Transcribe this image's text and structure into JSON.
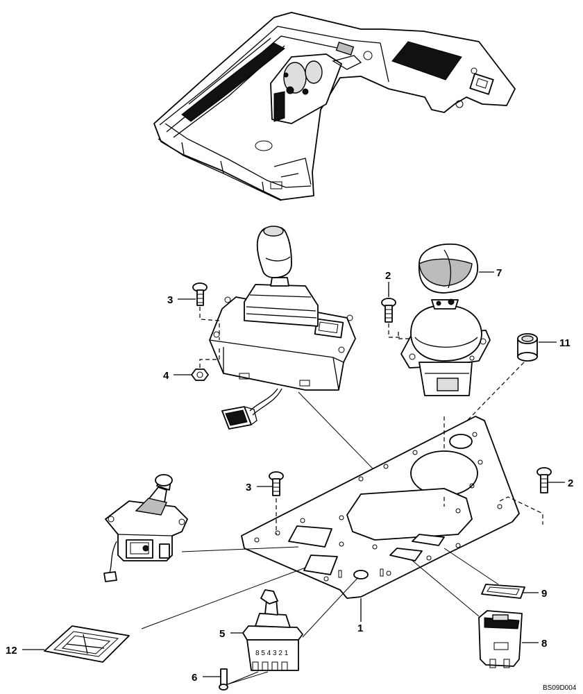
{
  "drawing_code": "BS09D004",
  "callouts": {
    "c1": "1",
    "c2a": "2",
    "c2b": "2",
    "c3a": "3",
    "c3b": "3",
    "c4": "4",
    "c5": "5",
    "c6": "6",
    "c7": "7",
    "c8": "8",
    "c9": "9",
    "c11": "11",
    "c12": "12"
  },
  "switch_pin_marks": "8 5 4 3 2 1"
}
